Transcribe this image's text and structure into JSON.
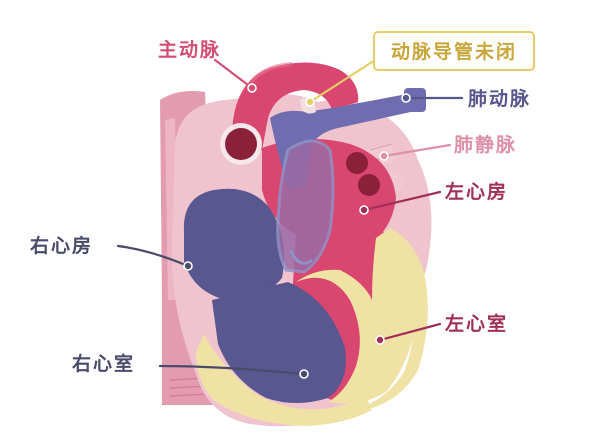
{
  "colors": {
    "aorta_label": "#d34e74",
    "ductus_label": "#c9a63a",
    "pulmonary_artery_label": "#58568e",
    "pulmonary_vein_label": "#dd90a7",
    "left_atrium_label": "#a03057",
    "left_ventricle_label": "#a03057",
    "right_atrium_label": "#4a4a6a",
    "right_ventricle_label": "#4a4a6a",
    "ductus_box_border": "#e6cd66"
  },
  "labels": {
    "aorta": "主动脉",
    "ductus": "动脉导管未闭",
    "pulmonary_artery": "肺动脉",
    "pulmonary_vein": "肺静脉",
    "left_atrium": "左心房",
    "right_atrium": "右心房",
    "left_ventricle": "左心室",
    "right_ventricle": "右心室"
  }
}
